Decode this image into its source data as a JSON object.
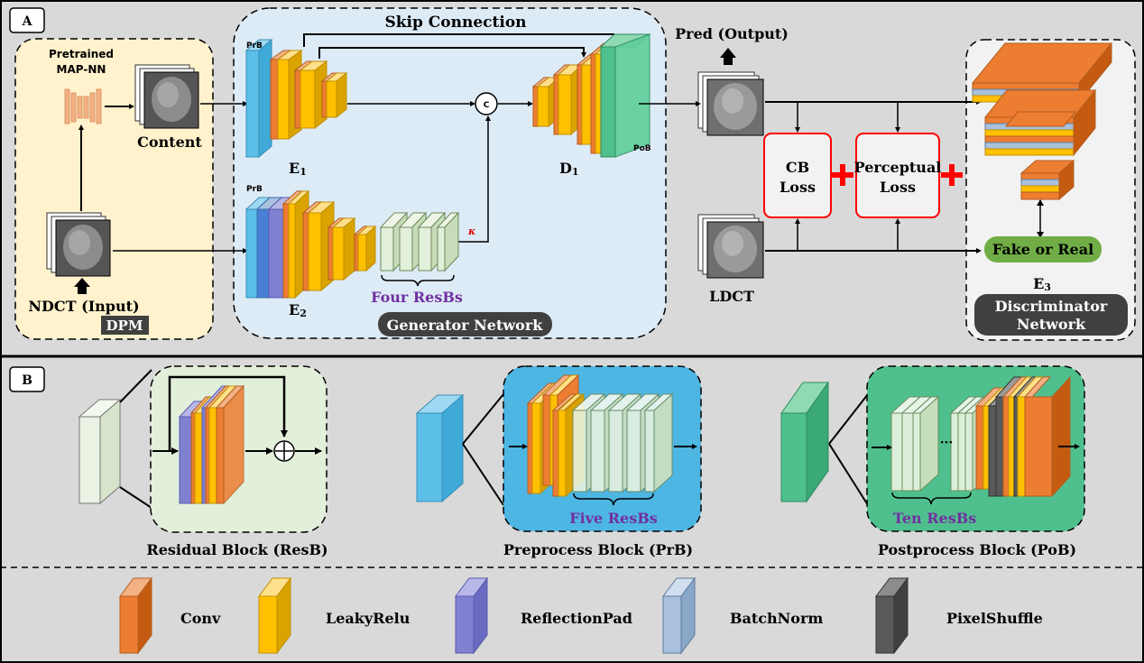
{
  "panel_a": {
    "label": "A",
    "pretrained_label_1": "Pretrained",
    "pretrained_label_2": "MAP-NN",
    "content_label": "Content",
    "ndct_label": "NDCT (Input)",
    "dpm_badge": "DPM",
    "skip_connection": "Skip Connection",
    "prb_top": "PrB",
    "prb_bottom": "PrB",
    "e1_main": "E",
    "e1_sub": "1",
    "e2_main": "E",
    "e2_sub": "2",
    "d1_main": "D",
    "d1_sub": "1",
    "pob_label": "PoB",
    "concat_symbol": "C",
    "kappa": "κ",
    "four_resbs": "Four ResBs",
    "generator_badge": "Generator Network",
    "pred_label": "Pred (Output)",
    "ldct_label": "LDCT",
    "cb_loss_1": "CB",
    "cb_loss_2": "Loss",
    "perc_loss_1": "Perceptual",
    "perc_loss_2": "Loss",
    "fake_or_real": "Fake or Real",
    "e3_main": "E",
    "e3_sub": "3",
    "disc_badge_1": "Discriminator",
    "disc_badge_2": "Network"
  },
  "panel_b": {
    "label": "B",
    "resb_caption": "Residual Block (ResB)",
    "prb_caption": "Preprocess Block (PrB)",
    "pob_caption": "Postprocess Block (PoB)",
    "five_resbs": "Five ResBs",
    "ten_resbs": "Ten ResBs",
    "dots": "···"
  },
  "legend": [
    {
      "label": "Conv",
      "color": "#ed7d31"
    },
    {
      "label": "LeakyRelu",
      "color": "#ffc000"
    },
    {
      "label": "ReflectionPad",
      "color": "#8080d0"
    },
    {
      "label": "BatchNorm",
      "color": "#a9c1dc"
    },
    {
      "label": "PixelShuffle",
      "color": "#595959"
    }
  ],
  "colors": {
    "conv": "#ed7d31",
    "leaky": "#ffc000",
    "reflect": "#8080d0",
    "batchnorm": "#a9c1dc",
    "pixelshuffle": "#595959",
    "prb_blue": "#5bbfe8",
    "pob_green": "#4fc08d",
    "resb": "#e2efda",
    "loss_red": "#ff0000"
  }
}
